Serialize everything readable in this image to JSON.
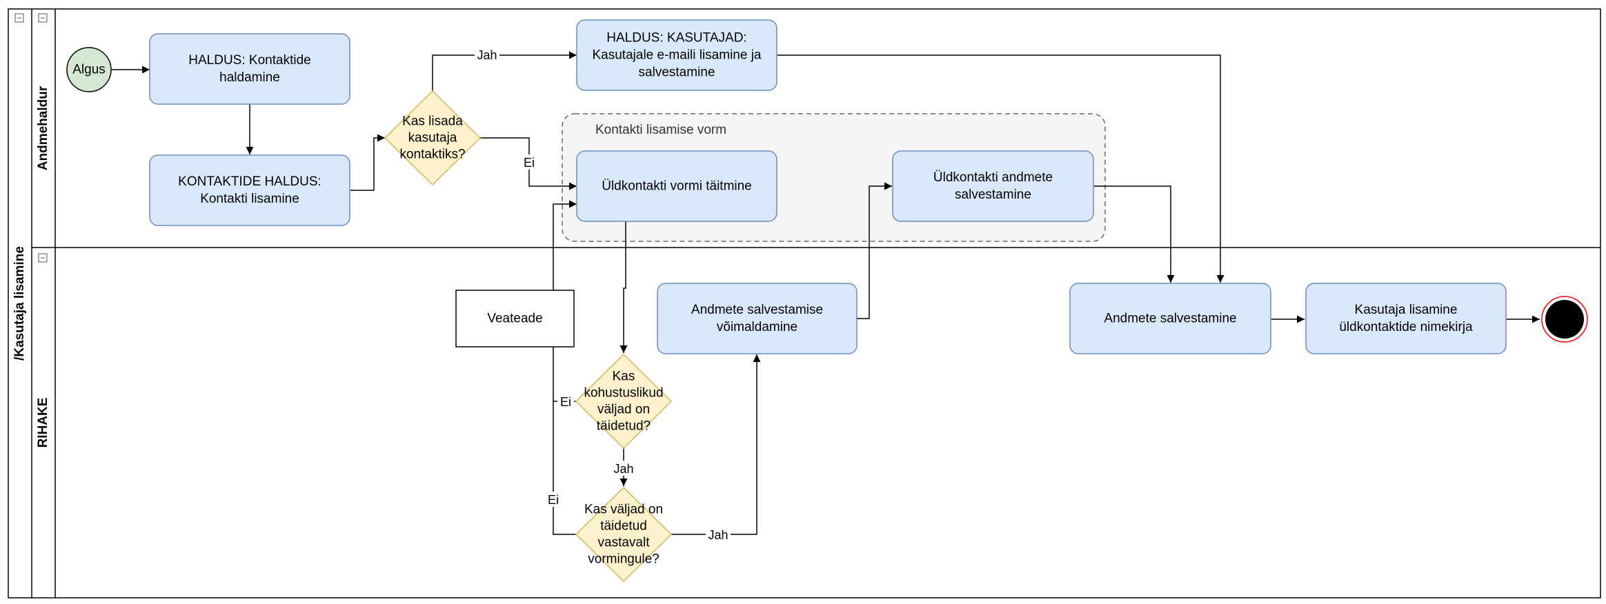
{
  "pool": {
    "title": "/Kasutaja lisamine",
    "collapse_glyph": "−"
  },
  "lanes": [
    {
      "id": "andmehaldur",
      "title": "Andmehaldur"
    },
    {
      "id": "rihake",
      "title": "RIHAKE"
    }
  ],
  "group": {
    "label": "Kontakti lisamise vorm"
  },
  "nodes": {
    "start": {
      "type": "start-event",
      "lines": [
        "Algus"
      ]
    },
    "haldus": {
      "type": "task",
      "lines": [
        "HALDUS: Kontaktide",
        "haldamine"
      ]
    },
    "kontakt": {
      "type": "task",
      "lines": [
        "KONTAKTIDE HALDUS:",
        "Kontakti lisamine"
      ]
    },
    "dec1": {
      "type": "decision",
      "lines": [
        "Kas lisada",
        "kasutaja",
        "kontaktiks?"
      ]
    },
    "kasutajad": {
      "type": "task",
      "lines": [
        "HALDUS: KASUTAJAD:",
        "Kasutajale e-maili lisamine ja",
        "salvestamine"
      ]
    },
    "vorm": {
      "type": "task",
      "lines": [
        "Üldkontakti vormi täitmine"
      ]
    },
    "salv1": {
      "type": "task",
      "lines": [
        "Üldkontakti andmete",
        "salvestamine"
      ]
    },
    "veateade": {
      "type": "message",
      "lines": [
        "Veateade"
      ]
    },
    "voimald": {
      "type": "task",
      "lines": [
        "Andmete salvestamise",
        "võimaldamine"
      ]
    },
    "dec2": {
      "type": "decision",
      "lines": [
        "Kas",
        "kohustuslikud",
        "väljad on",
        "täidetud?"
      ]
    },
    "dec3": {
      "type": "decision",
      "lines": [
        "Kas väljad on",
        "täidetud",
        "vastavalt",
        "vormingule?"
      ]
    },
    "salv2": {
      "type": "task",
      "lines": [
        "Andmete salvestamine"
      ]
    },
    "lisamine": {
      "type": "task",
      "lines": [
        "Kasutaja lisamine",
        "üldkontaktide nimekirja"
      ]
    },
    "end": {
      "type": "end-event",
      "lines": []
    }
  },
  "edge_labels": {
    "dec1_yes": "Jah",
    "dec1_no": "Ei",
    "dec2_no": "Ei",
    "dec2_yes": "Jah",
    "dec3_no": "Ei",
    "dec3_yes": "Jah"
  },
  "colors": {
    "task_fill": "#dae8fc",
    "task_stroke": "#6c8ebf",
    "decision_fill": "#fff2cc",
    "decision_stroke": "#d6b656",
    "start_fill": "#d5e8d4",
    "start_stroke": "#000000",
    "end_fill": "#000000",
    "end_stroke": "#ff0000",
    "group_fill": "#f5f5f5",
    "group_stroke": "#666666",
    "line": "#000000"
  }
}
